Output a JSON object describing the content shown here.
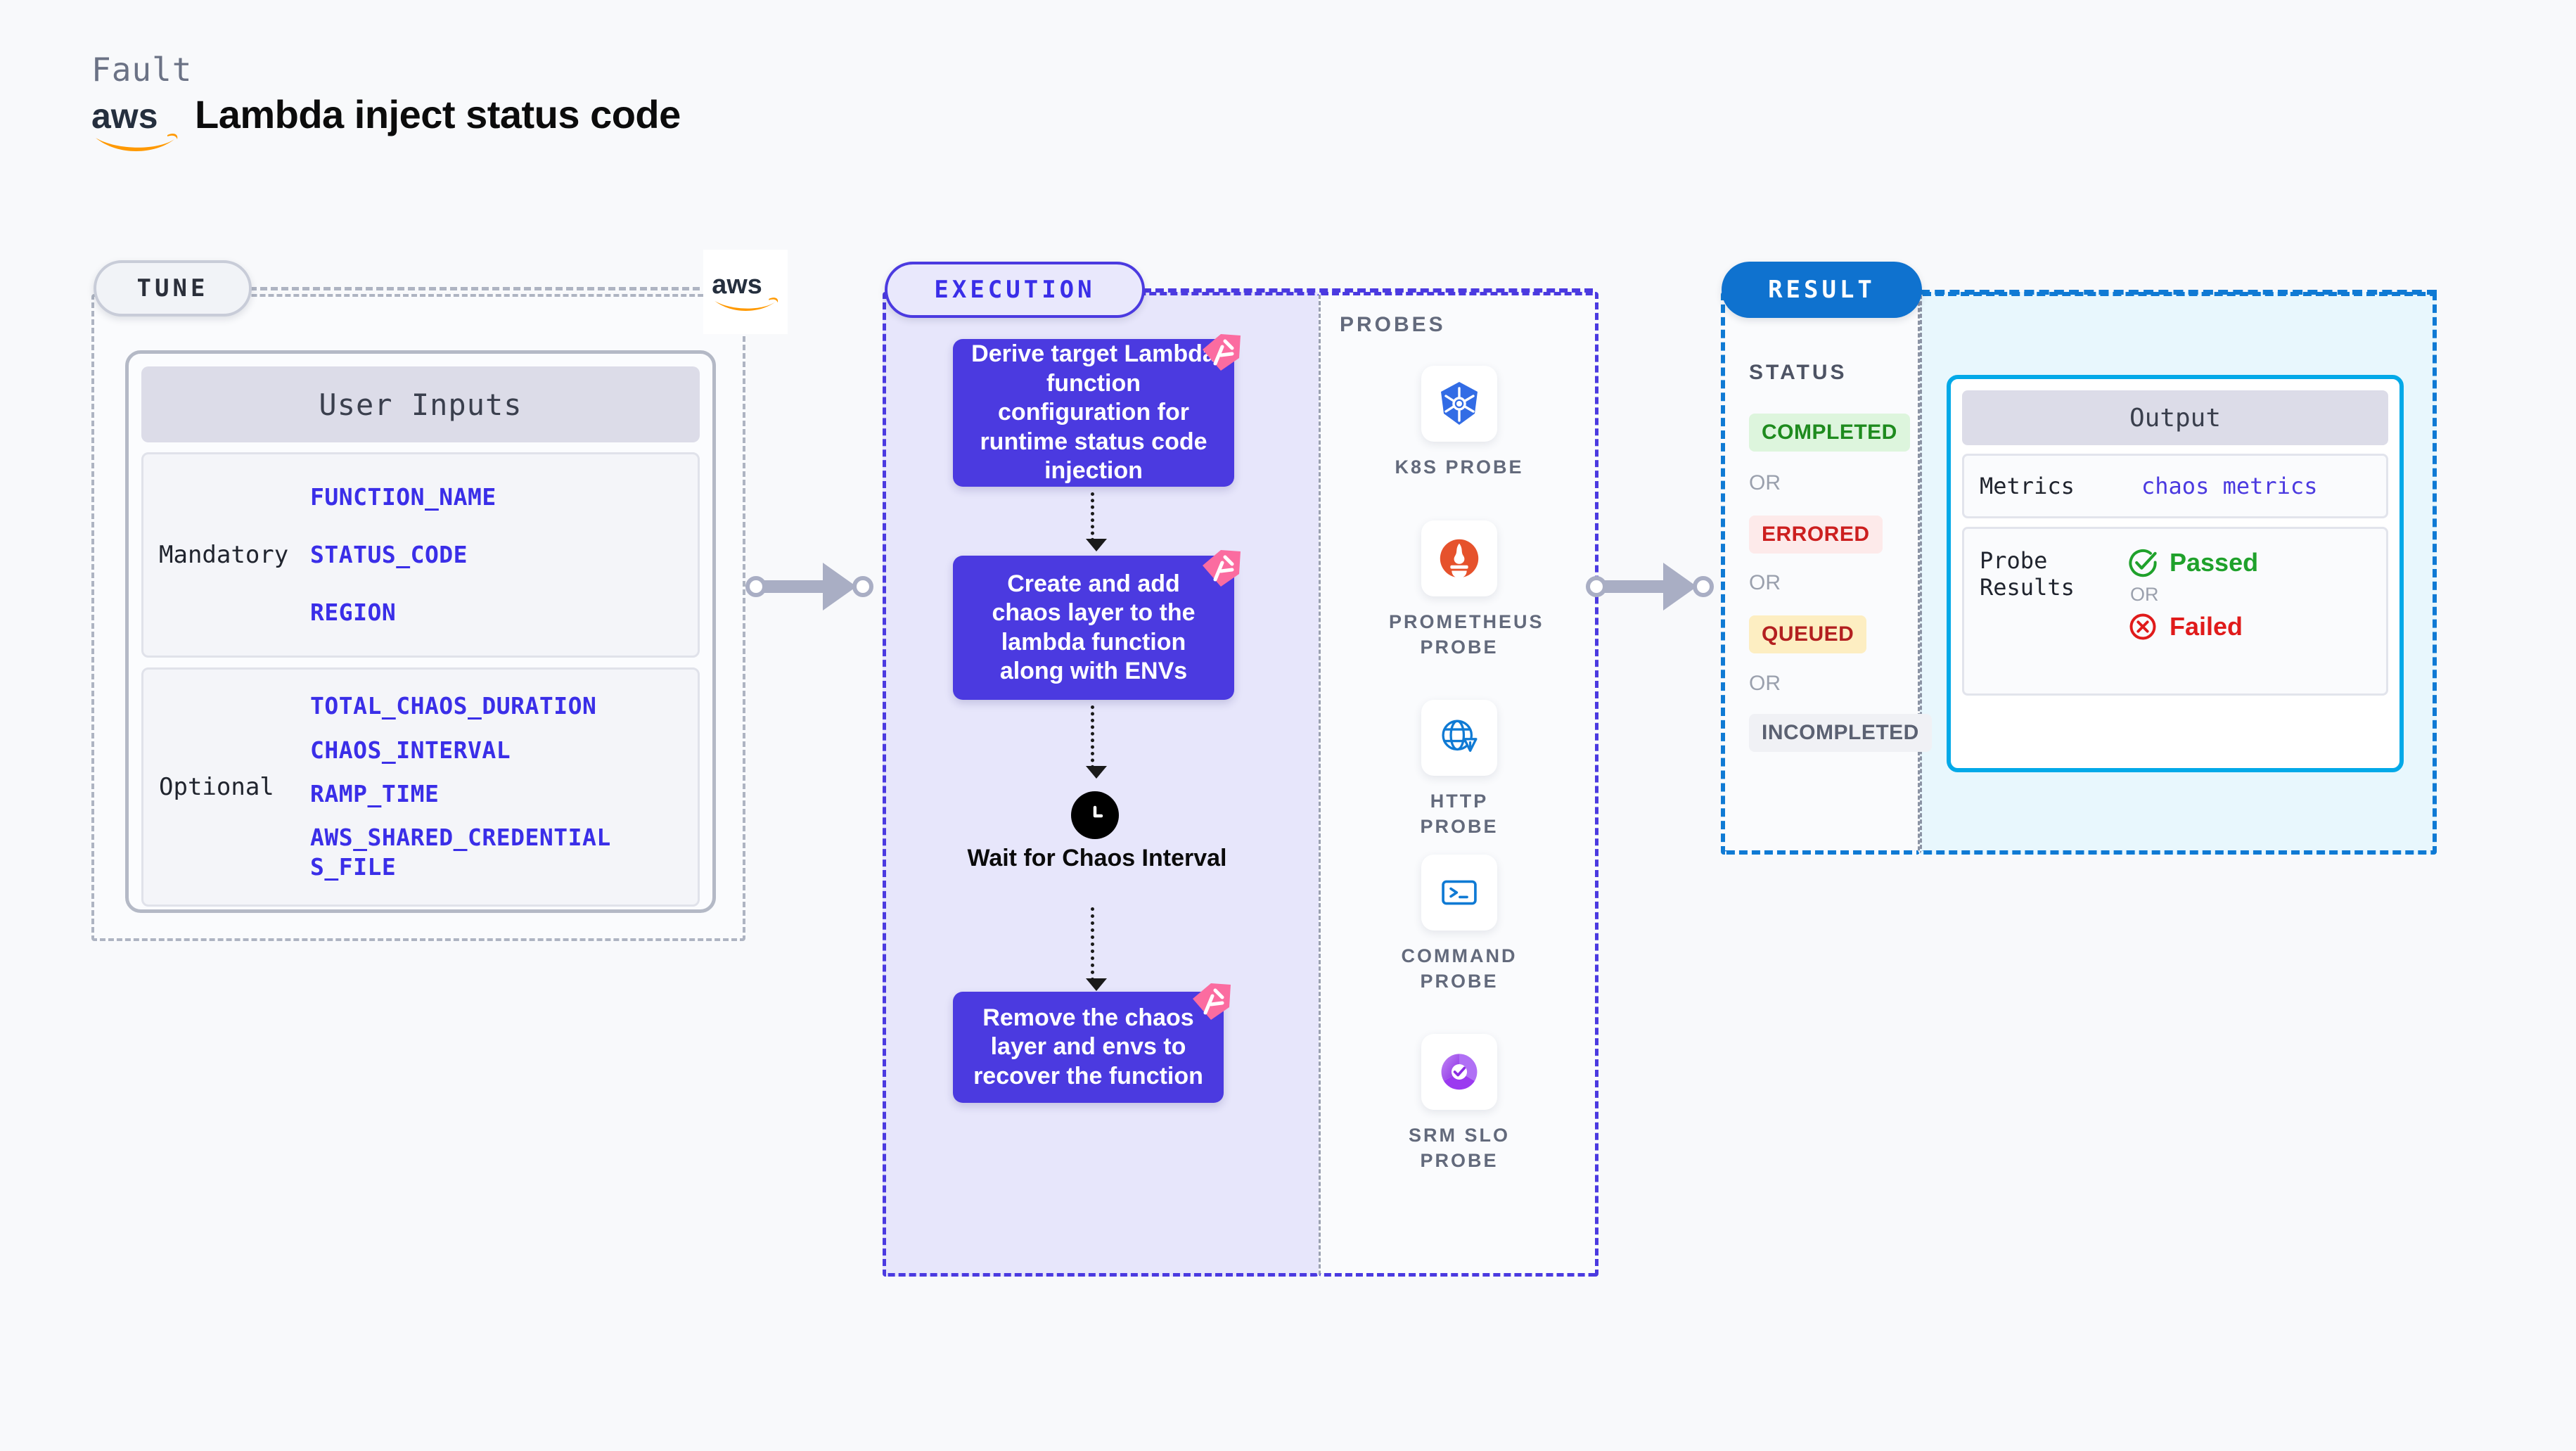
{
  "header": {
    "kicker": "Fault",
    "title": "Lambda inject status code",
    "logo_icon": "aws-logo-icon"
  },
  "tune": {
    "label": "TUNE",
    "card_title": "User Inputs",
    "groups": [
      {
        "label": "Mandatory",
        "keys": [
          "FUNCTION_NAME",
          "STATUS_CODE",
          "REGION"
        ]
      },
      {
        "label": "Optional",
        "keys": [
          "TOTAL_CHAOS_DURATION",
          "CHAOS_INTERVAL",
          "RAMP_TIME",
          "AWS_SHARED_CREDENTIALS_FILE"
        ]
      }
    ]
  },
  "execution": {
    "label": "EXECUTION",
    "steps": [
      "Derive target Lambda function configuration for runtime status code injection",
      "Create and add chaos layer to the lambda function along with ENVs",
      "Remove the chaos layer and envs to recover the function"
    ],
    "wait_label": "Wait for Chaos Interval"
  },
  "probes": {
    "title": "PROBES",
    "items": [
      {
        "name": "K8S PROBE",
        "icon": "kubernetes-icon"
      },
      {
        "name": "PROMETHEUS PROBE",
        "icon": "prometheus-icon"
      },
      {
        "name": "HTTP PROBE",
        "icon": "http-globe-icon"
      },
      {
        "name": "COMMAND PROBE",
        "icon": "terminal-icon"
      },
      {
        "name": "SRM SLO PROBE",
        "icon": "srm-slo-icon"
      }
    ]
  },
  "result": {
    "label": "RESULT",
    "status_title": "STATUS",
    "or_label": "OR",
    "statuses": [
      {
        "text": "COMPLETED",
        "color": "#1e8b1e",
        "bg": "#ddf5dd"
      },
      {
        "text": "ERRORED",
        "color": "#cc1f1f",
        "bg": "#fdeaea"
      },
      {
        "text": "QUEUED",
        "color": "#b32020",
        "bg": "#fdeec2"
      },
      {
        "text": "INCOMPLETED",
        "color": "#5b6172",
        "bg": "#f0f1f5"
      }
    ]
  },
  "output": {
    "card_title": "Output",
    "metrics_label": "Metrics",
    "metrics_value": "chaos metrics",
    "probe_label": "Probe Results",
    "or_label": "OR",
    "passed": "Passed",
    "failed": "Failed",
    "passed_color": "#1fa12b",
    "failed_color": "#e01b1b"
  },
  "colors": {
    "execution_accent": "#4b3ae0",
    "result_accent": "#0f7ad4",
    "tune_accent": "#aeb4c2",
    "litmus_pink": "#fb6ca0"
  }
}
